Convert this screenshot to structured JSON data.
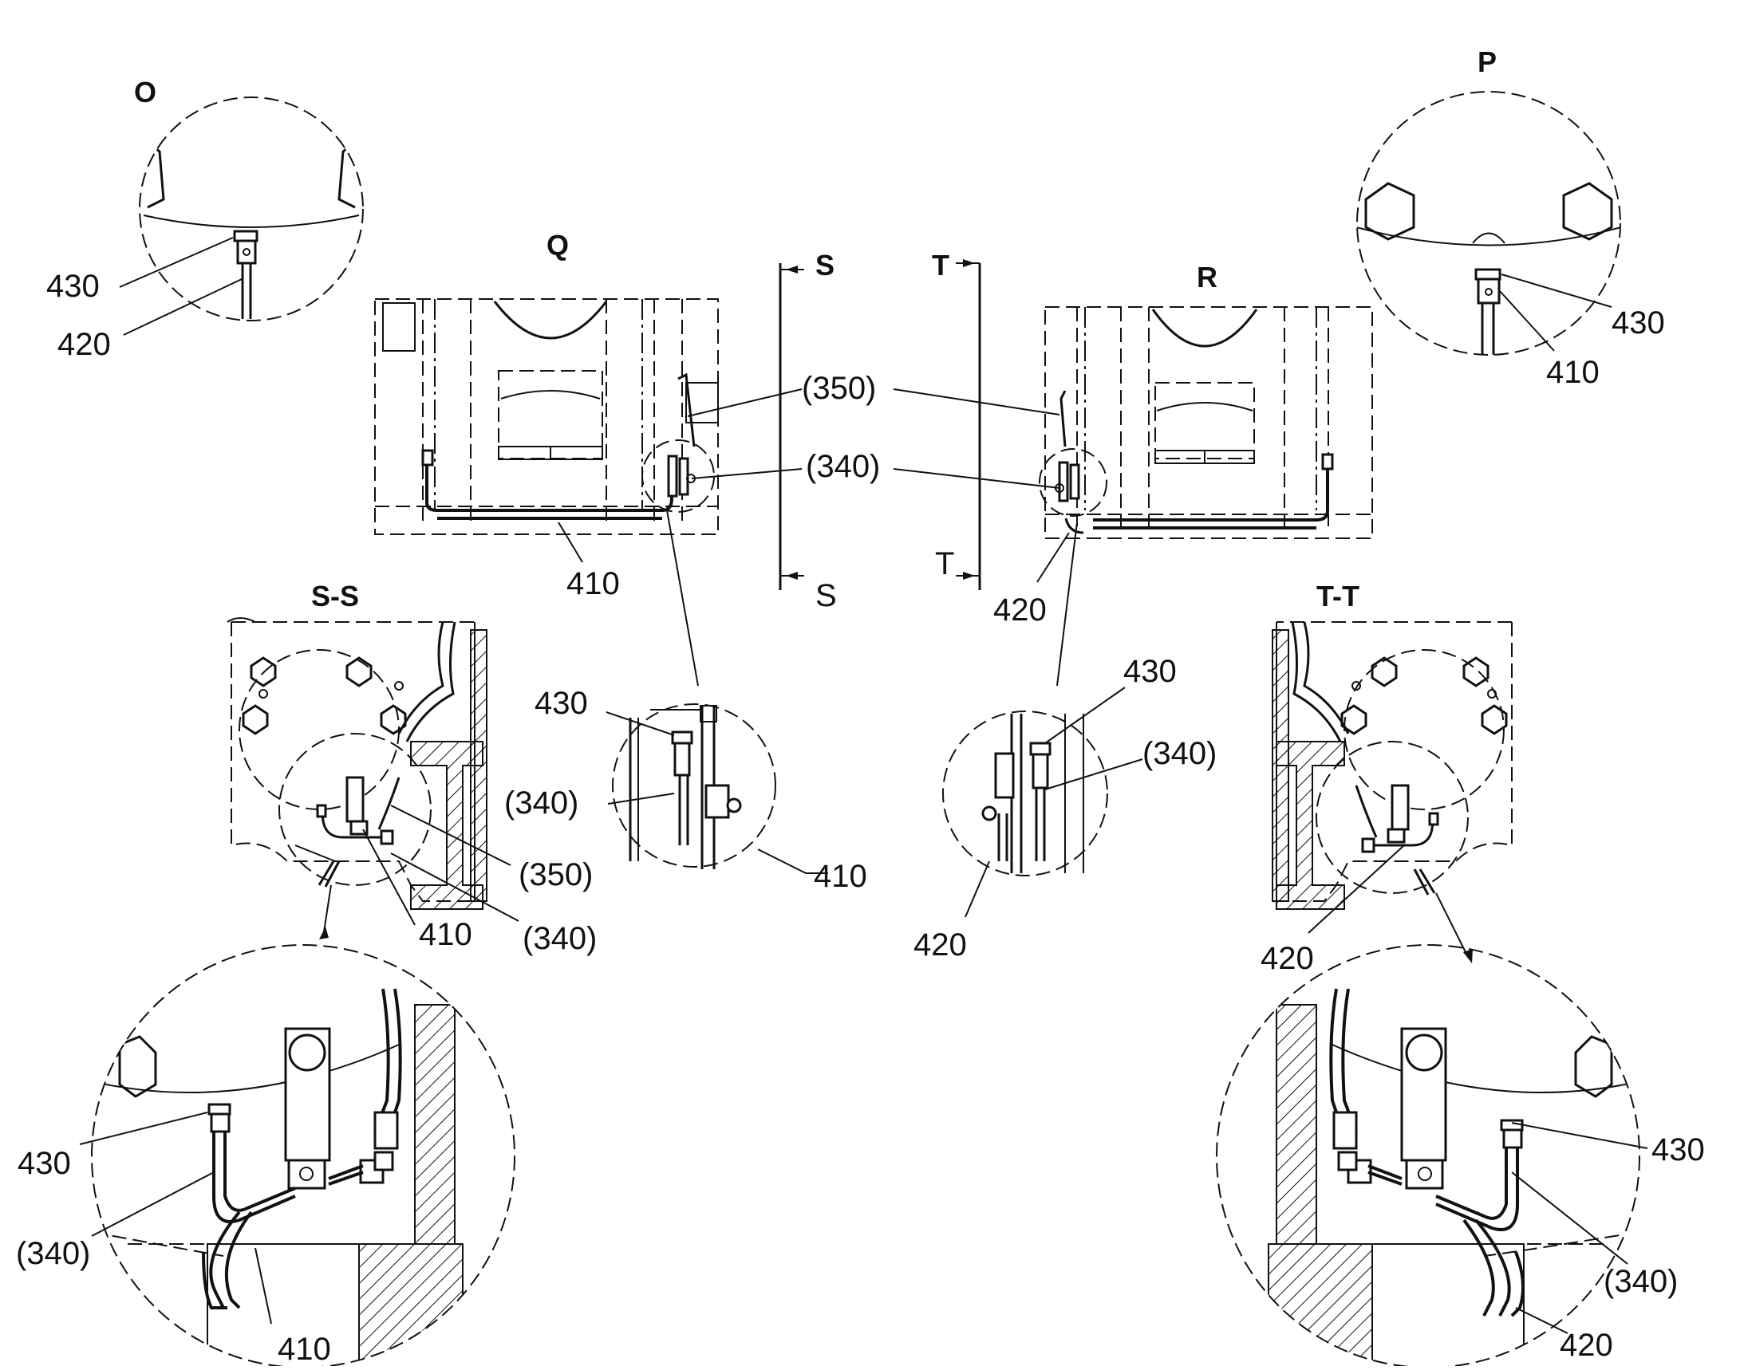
{
  "views": {
    "O": {
      "title": "O",
      "label_430": "430",
      "label_420": "420"
    },
    "P": {
      "title": "P",
      "label_430": "430",
      "label_410": "410"
    },
    "Q": {
      "title": "Q",
      "label_350": "(350)",
      "label_340": "(340)",
      "label_410": "410"
    },
    "R": {
      "title": "R",
      "label_420": "420"
    },
    "section_marks": {
      "s_top": "S",
      "s_bottom": "S",
      "t_top": "T",
      "t_bottom": "T"
    },
    "SS": {
      "title": "S-S",
      "label_350": "(350)",
      "label_340": "(340)",
      "label_410": "410"
    },
    "TT": {
      "title": "T-T",
      "label_420": "420"
    },
    "detail_Q": {
      "label_430": "430",
      "label_340": "(340)",
      "label_410": "410"
    },
    "detail_R": {
      "label_430": "430",
      "label_340": "(340)",
      "label_420": "420"
    },
    "detail_SS": {
      "label_430": "430",
      "label_340": "(340)",
      "label_410": "410"
    },
    "detail_TT": {
      "label_430": "430",
      "label_340": "(340)",
      "label_420": "420"
    }
  }
}
